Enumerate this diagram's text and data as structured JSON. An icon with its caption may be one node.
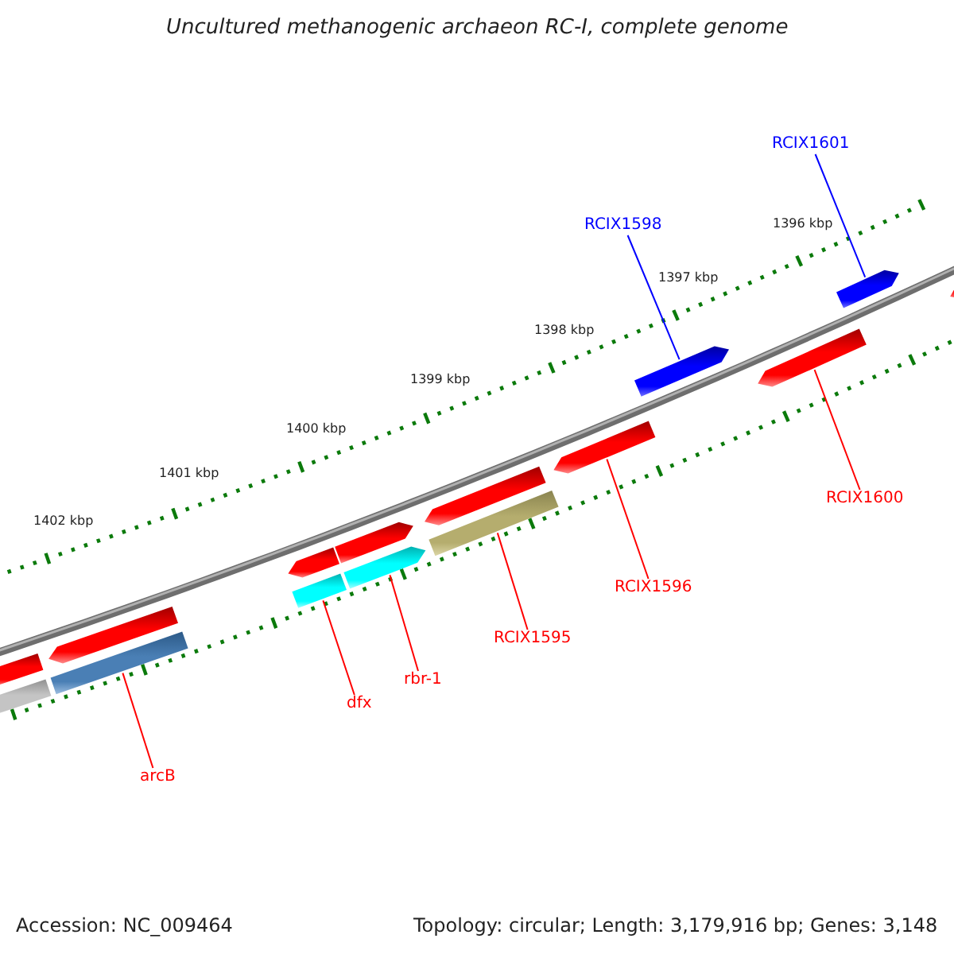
{
  "diagram": {
    "title": "Uncultured methanogenic archaeon RC-I, complete genome",
    "nodes": [
      {
        "text": [
          "RCIX1601"
        ]
      },
      {
        "text": [
          "RCIX1598"
        ]
      },
      {
        "text": [
          "RCIX1600"
        ]
      },
      {
        "text": [
          "RCIX1596"
        ]
      },
      {
        "text": [
          "RCIX1595"
        ]
      },
      {
        "text": [
          "rbr-1"
        ]
      },
      {
        "text": [
          "dfx"
        ]
      },
      {
        "text": [
          "arcB"
        ]
      },
      {
        "text": [],
        "shape": "bar"
      },
      {
        "text": [],
        "shape": "bar"
      },
      {
        "text": [],
        "shape": "bar"
      },
      {
        "text": [],
        "shape": "bar"
      },
      {
        "text": [],
        "shape": "bar"
      },
      {
        "text": [],
        "shape": "bar"
      },
      {
        "text": [],
        "shape": "bar"
      },
      {
        "text": [],
        "shape": "bar"
      },
      {
        "text": [],
        "shape": "bar"
      },
      {
        "text": [],
        "shape": "bar"
      },
      {
        "text": [],
        "shape": "bar"
      },
      {
        "text": [],
        "shape": "bar"
      },
      {
        "text": [],
        "shape": "bar"
      },
      {
        "text": [],
        "shape": "bar"
      },
      {
        "text": [],
        "shape": "bar"
      }
    ],
    "edges": [
      {
        "from": 0,
        "to": 9,
        "arrow": "none",
        "color": "#0000ff"
      },
      {
        "from": 1,
        "to": 8,
        "arrow": "none",
        "color": "#0000ff"
      },
      {
        "from": 2,
        "to": 16,
        "arrow": "none"
      },
      {
        "from": 3,
        "to": 15,
        "arrow": "none"
      },
      {
        "from": 4,
        "to": 22,
        "arrow": "none"
      },
      {
        "from": 5,
        "to": 21,
        "arrow": "none"
      },
      {
        "from": 6,
        "to": 20,
        "arrow": "none"
      },
      {
        "from": 7,
        "to": 19,
        "arrow": "none"
      }
    ],
    "labels": [
      "1402 kbp",
      "1401 kbp",
      "1400 kbp",
      "1399 kbp",
      "1398 kbp",
      "1397 kbp",
      "1396 kbp",
      "Accession: NC_009464",
      "Topology: circular; Length: 3,179,916 bp; Genes: 3,148"
    ]
  }
}
